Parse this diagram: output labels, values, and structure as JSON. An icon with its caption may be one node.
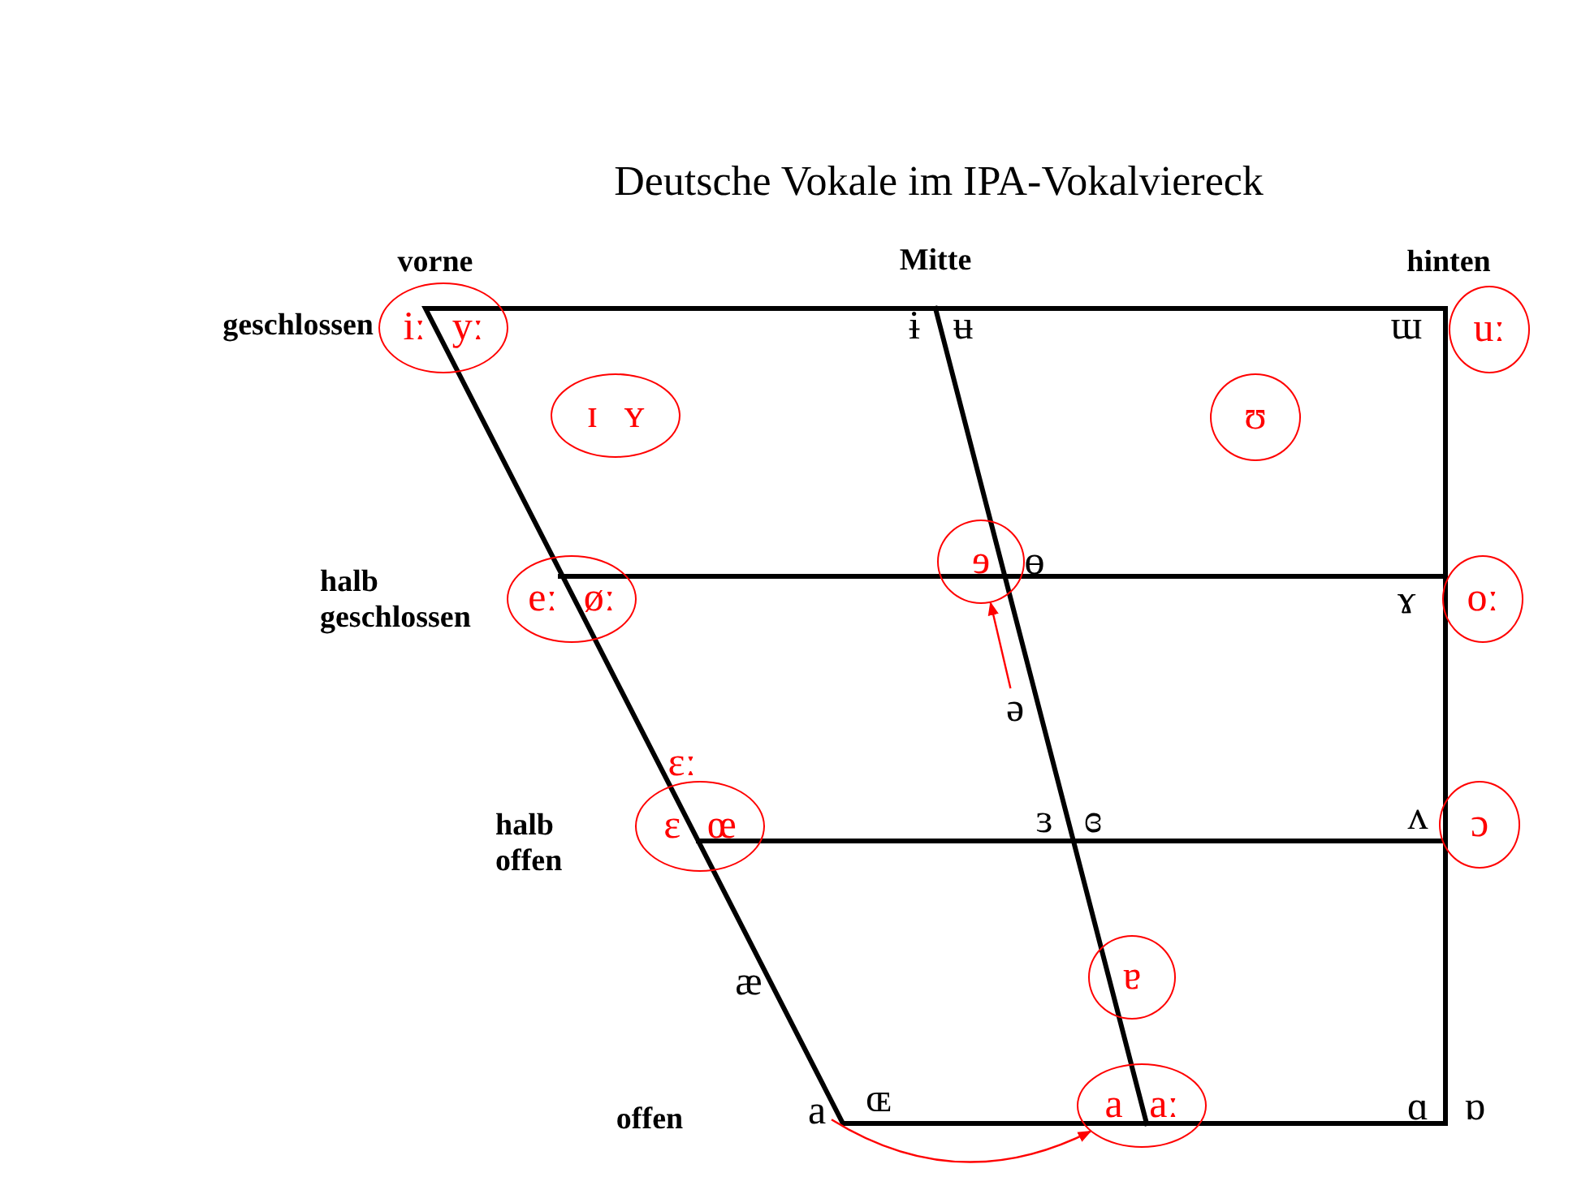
{
  "diagram": {
    "title": "Deutsche Vokale im IPA-Vokalviereck",
    "nodes": [
      {
        "text": [
          "iː yː"
        ]
      },
      {
        "text": [
          "ɪ ʏ"
        ]
      },
      {
        "text": [
          "ʊ"
        ]
      },
      {
        "text": [
          "uː"
        ]
      },
      {
        "text": [
          "ɘ"
        ]
      },
      {
        "text": [
          "eː øː"
        ]
      },
      {
        "text": [
          "oː"
        ]
      },
      {
        "text": [
          "ə"
        ]
      },
      {
        "text": [
          "ɛ œ"
        ]
      },
      {
        "text": [
          "ɔ"
        ]
      },
      {
        "text": [
          "ɐ"
        ]
      },
      {
        "text": [
          "a"
        ]
      },
      {
        "text": [
          "a aː"
        ]
      }
    ],
    "edges": [
      {
        "from": 7,
        "to": 4,
        "arrow": "to"
      },
      {
        "from": 11,
        "to": 12,
        "arrow": "to"
      }
    ],
    "labels": [
      "vorne",
      "Mitte",
      "hinten",
      "geschlossen",
      "ɨ",
      "ʉ",
      "ɯ",
      "ɵ",
      "halb geschlossen",
      "ɤ",
      "ɛː",
      "halb offen",
      "ɜ",
      "ɞ",
      "ʌ",
      "æ",
      "offen",
      "ɶ",
      "ɑ",
      "ɒ"
    ]
  }
}
